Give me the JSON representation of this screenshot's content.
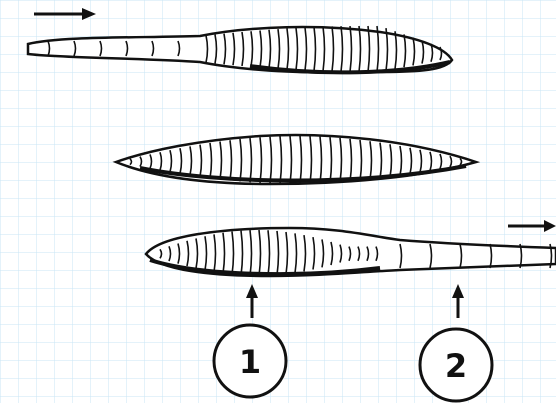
{
  "grid": {
    "color": "#c8e6f5",
    "background": "#ffffff"
  },
  "ink_color": "#111111",
  "worm_fill": "#ffffff",
  "labels": {
    "one": "1",
    "two": "2"
  },
  "icons": {
    "top_arrow": "right-arrow",
    "bottom_right_arrow": "right-arrow",
    "pointer_one": "up-arrow",
    "pointer_two": "up-arrow"
  }
}
